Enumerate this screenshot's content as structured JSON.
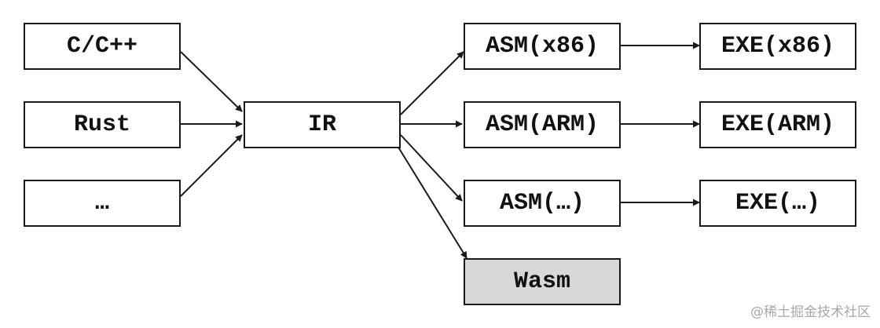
{
  "nodes": {
    "c_cpp": "C/C++",
    "rust": "Rust",
    "lang_more": "…",
    "ir": "IR",
    "asm_x86": "ASM(x86)",
    "asm_arm": "ASM(ARM)",
    "asm_more": "ASM(…)",
    "wasm": "Wasm",
    "exe_x86": "EXE(x86)",
    "exe_arm": "EXE(ARM)",
    "exe_more": "EXE(…)"
  },
  "edges": [
    [
      "c_cpp",
      "ir"
    ],
    [
      "rust",
      "ir"
    ],
    [
      "lang_more",
      "ir"
    ],
    [
      "ir",
      "asm_x86"
    ],
    [
      "ir",
      "asm_arm"
    ],
    [
      "ir",
      "asm_more"
    ],
    [
      "ir",
      "wasm"
    ],
    [
      "asm_x86",
      "exe_x86"
    ],
    [
      "asm_arm",
      "exe_arm"
    ],
    [
      "asm_more",
      "exe_more"
    ]
  ],
  "colors": {
    "line": "#1a1a1a",
    "highlight_fill": "#d8d8d8"
  },
  "watermark": "@稀土掘金技术社区"
}
